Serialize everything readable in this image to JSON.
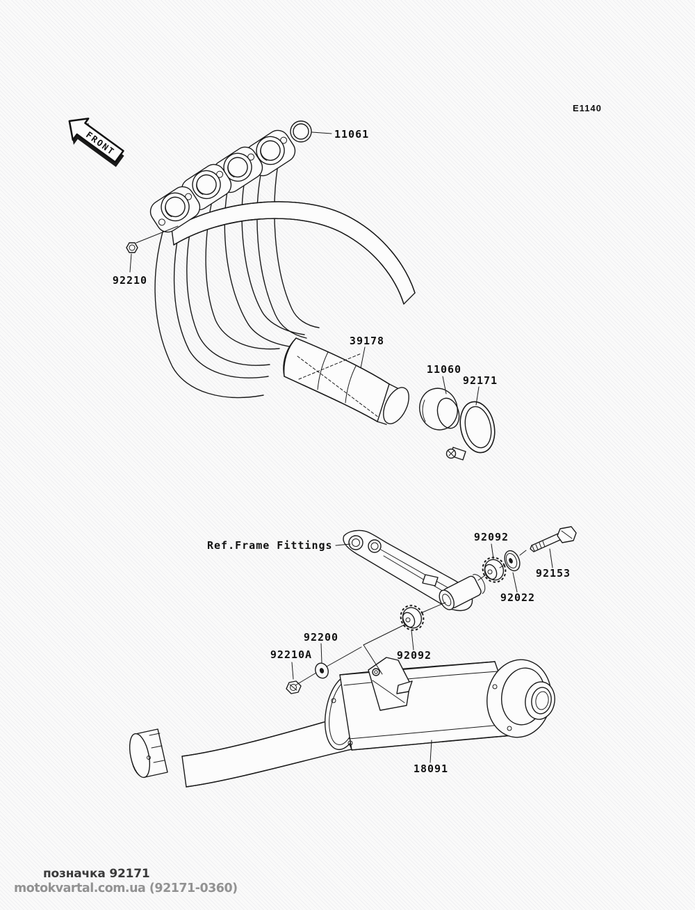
{
  "page": {
    "diagram_code": "E1140",
    "front_marker": "FRONT"
  },
  "parts": {
    "labels": [
      {
        "text": "11061"
      },
      {
        "text": "92210"
      },
      {
        "text": "39178"
      },
      {
        "text": "11060"
      },
      {
        "text": "92171"
      },
      {
        "text": "Ref.Frame Fittings"
      },
      {
        "text": "92092"
      },
      {
        "text": "92153"
      },
      {
        "text": "92022"
      },
      {
        "text": "92092"
      },
      {
        "text": "92200"
      },
      {
        "text": "92210A"
      },
      {
        "text": "18091"
      }
    ]
  },
  "watermark": {
    "line1": "позначка 92171",
    "line2": "motokvartal.com.ua (92171-0360)"
  },
  "colors": {
    "line": "#1a1a1a",
    "background": "#fafafa",
    "watermark_gray": "#929292"
  }
}
